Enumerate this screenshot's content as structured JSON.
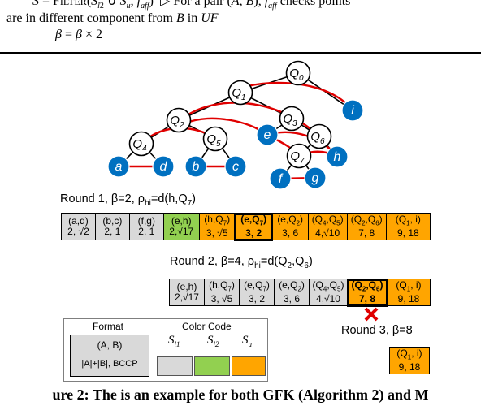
{
  "algorithm_text": {
    "line1": "S = FILTER(S_l2 ∪ S_u, f_aff)   ▷ For a pair (A, B), f_aff checks points",
    "line2": "are in different component from B in UF",
    "line3": "β = β × 2"
  },
  "tree": {
    "internal_nodes": [
      "Q0",
      "Q1",
      "Q2",
      "Q3",
      "Q4",
      "Q5",
      "Q6",
      "Q7"
    ],
    "leaves": [
      "a",
      "b",
      "c",
      "d",
      "e",
      "f",
      "g",
      "h",
      "i"
    ],
    "colors": {
      "leaf_fill": "#0070c0",
      "red_edge": "#e00000",
      "tree_edge": "#000000"
    }
  },
  "round1": {
    "label": "Round 1, β=2, ρhi=d(h,Q7)",
    "cells": [
      {
        "pair": "(a,d)",
        "info": "2, √2",
        "set": "Sl1"
      },
      {
        "pair": "(b,c)",
        "info": "2, 1",
        "set": "Sl1"
      },
      {
        "pair": "(f,g)",
        "info": "2, 1",
        "set": "Sl1"
      },
      {
        "pair": "(e,h)",
        "info": "2,√17",
        "set": "Sl2"
      },
      {
        "pair": "(h,Q7)",
        "info": "3, √5",
        "set": "Su"
      },
      {
        "pair": "(e,Q7)",
        "info": "3, 2",
        "set": "Su",
        "highlight": true
      },
      {
        "pair": "(e,Q2)",
        "info": "3, 6",
        "set": "Su"
      },
      {
        "pair": "(Q4,Q5)",
        "info": "4,√10",
        "set": "Su"
      },
      {
        "pair": "(Q2,Q6)",
        "info": "7, 8",
        "set": "Su"
      },
      {
        "pair": "(Q1, i)",
        "info": "9, 18",
        "set": "Su"
      }
    ]
  },
  "round2": {
    "label": "Round 2, β=4, ρhi=d(Q2,Q6)",
    "cells": [
      {
        "pair": "(e,h)",
        "info": "2,√17",
        "set": "Sl1"
      },
      {
        "pair": "(h,Q7)",
        "info": "3, √5",
        "set": "Sl1"
      },
      {
        "pair": "(e,Q7)",
        "info": "3, 2",
        "set": "Sl1"
      },
      {
        "pair": "(e,Q2)",
        "info": "3, 6",
        "set": "Sl1"
      },
      {
        "pair": "(Q4,Q5)",
        "info": "4,√10",
        "set": "Sl1"
      },
      {
        "pair": "(Q2,Q6)",
        "info": "7, 8",
        "set": "Su",
        "highlight": true
      },
      {
        "pair": "(Q1, i)",
        "info": "9, 18",
        "set": "Su"
      }
    ]
  },
  "round3": {
    "label": "Round 3, β=8",
    "cells": [
      {
        "pair": "(Q1, i)",
        "info": "9, 18",
        "set": "Su"
      }
    ]
  },
  "legend": {
    "format_title": "Format",
    "format_line1": "(A, B)",
    "format_line2": "|A|+|B|, BCCP",
    "color_title": "Color Code",
    "sets": [
      {
        "name": "Sl1",
        "color": "#d9d9d9"
      },
      {
        "name": "Sl2",
        "color": "#92d050"
      },
      {
        "name": "Su",
        "color": "#ffa500"
      }
    ]
  },
  "caption": "ure 2: The is an example for both GFK (Algorithm 2) and M"
}
